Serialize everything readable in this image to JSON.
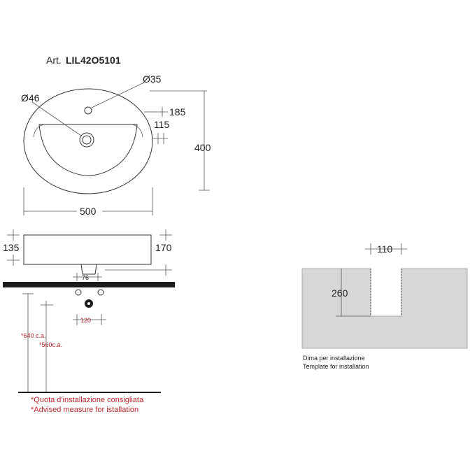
{
  "article": {
    "prefix": "Art.",
    "code": "LIL42O5101"
  },
  "top_view": {
    "hole_tap": "Ø35",
    "hole_drain": "Ø46",
    "dim_185": "185",
    "dim_115": "115",
    "dim_400": "400",
    "dim_500": "500"
  },
  "side_view": {
    "dim_135": "135",
    "dim_170": "170",
    "dim_76": "76",
    "dim_120": "120",
    "dim_640": "*640 c.a.",
    "dim_560": "*560c.a."
  },
  "notes": {
    "it": "*Quota d'installazione consigliata",
    "en": "*Advised measure for istallation"
  },
  "template": {
    "dim_110": "110",
    "dim_260": "260",
    "caption_it": "Dima per installazione",
    "caption_en": "Template for installation"
  },
  "colors": {
    "template_fill": "#d7d7d7",
    "note_red": "#b5282a",
    "counter": "#1c1c1c"
  }
}
